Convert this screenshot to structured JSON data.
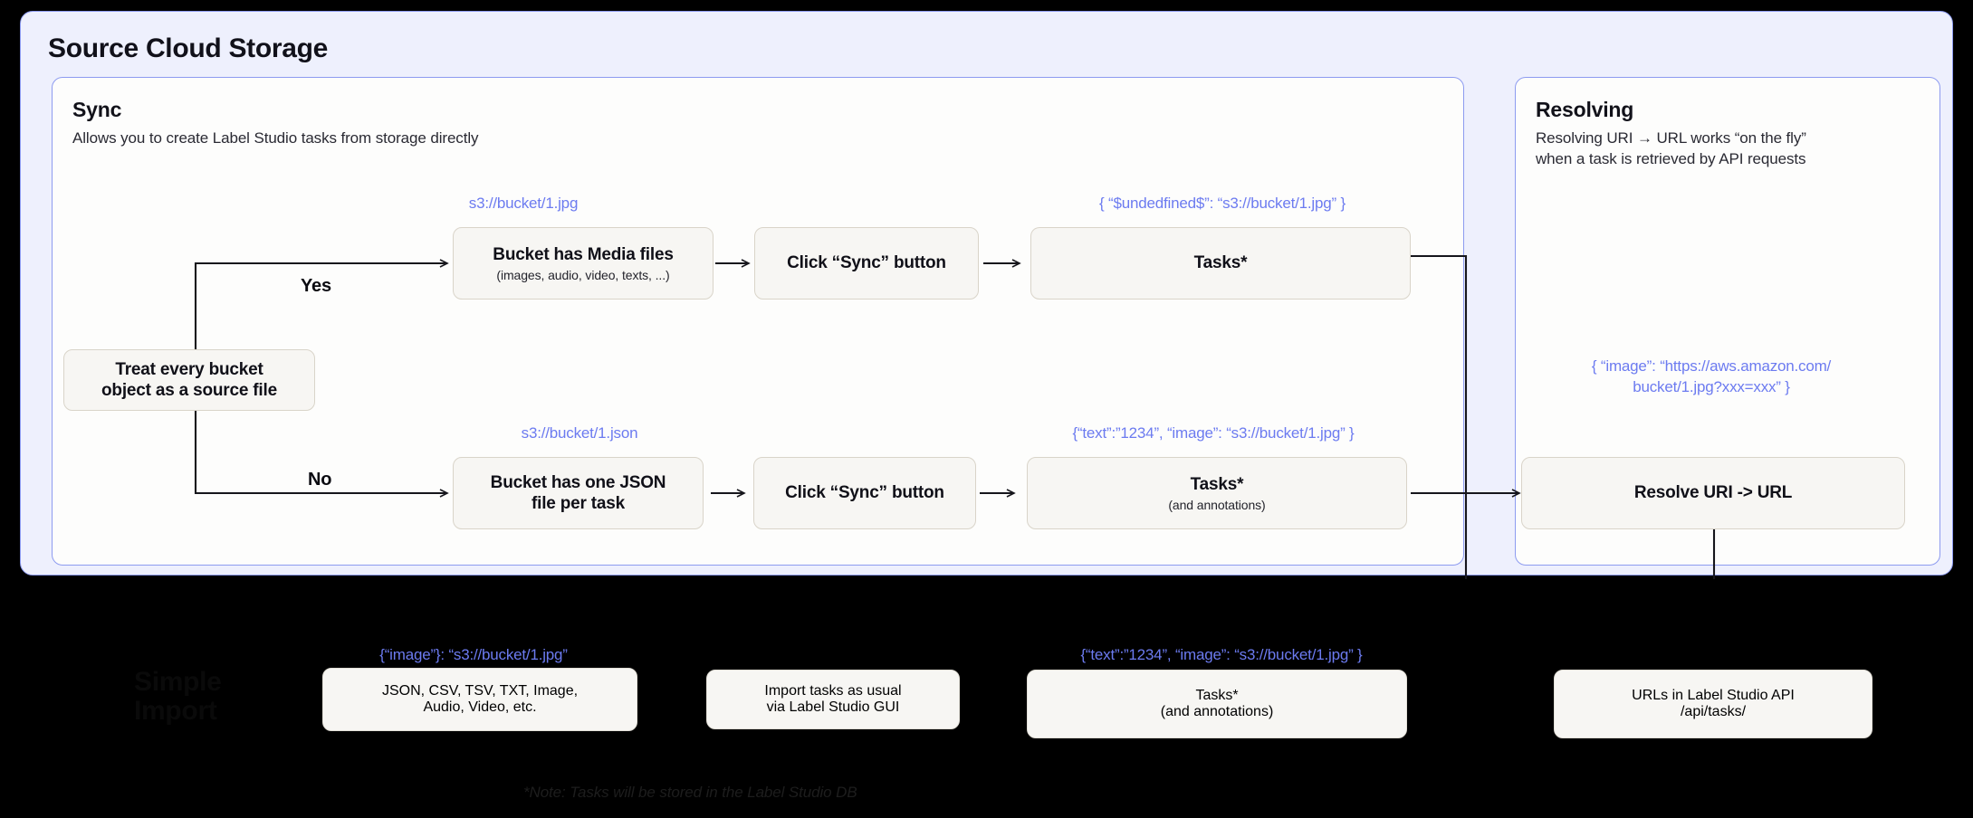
{
  "outer_panel": {
    "title": "Source Cloud Storage"
  },
  "sync_card": {
    "title": "Sync",
    "subtitle": "Allows you to create Label Studio tasks from storage directly"
  },
  "resolving_card": {
    "title": "Resolving",
    "subtitle": "Resolving URI → URL works “on the fly”\nwhen a task is retrieved by API requests",
    "payload_label": "{ “image”: “https://aws.amazon.com/\nbucket/1.jpg?xxx=xxx” }",
    "resolve_node": "Resolve URI -> URL"
  },
  "decision": {
    "label": "Treat every bucket\nobject as a source file",
    "branch_yes": "Yes",
    "branch_no": "No"
  },
  "flow_media": {
    "uri_label": "s3://bucket/1.jpg",
    "bucket_title": "Bucket has Media files",
    "bucket_sub": "(images, audio, video, texts, ...)",
    "sync_button": "Click “Sync” button",
    "payload_label": "{ “$undedfined$”: “s3://bucket/1.jpg” }",
    "tasks_title": "Tasks*",
    "tasks_sub": ""
  },
  "flow_json": {
    "uri_label": "s3://bucket/1.json",
    "bucket_title": "Bucket has one JSON\nfile per task",
    "sync_button": "Click “Sync” button",
    "payload_label": "{“text”:”1234”,  “image”: “s3://bucket/1.jpg” }",
    "tasks_title": "Tasks*",
    "tasks_sub": "(and annotations)"
  },
  "simple_import": {
    "heading": "Simple\nImport",
    "formats_label": "{“image”}: “s3://bucket/1.jpg”",
    "formats_node": "JSON, CSV, TSV, TXT, Image,\nAudio, Video, etc.",
    "import_node": "Import tasks as usual\nvia Label Studio GUI",
    "payload_label": "{“text”:”1234”,  “image”: “s3://bucket/1.jpg” }",
    "tasks_title": "Tasks*",
    "tasks_sub": "(and annotations)",
    "api_title": "URLs in Label Studio API",
    "api_sub": "/api/tasks/"
  },
  "footnote": "*Note: Tasks will be stored in the Label Studio DB",
  "colors": {
    "panel_bg": "#eef0fd",
    "panel_border": "#8d9bf0",
    "card_bg": "#fdfdfc",
    "node_bg": "#f7f6f3",
    "node_border": "#d9d4c9",
    "accent_blue": "#6c7bf0",
    "dark_band": "#000000",
    "text": "#101018"
  }
}
